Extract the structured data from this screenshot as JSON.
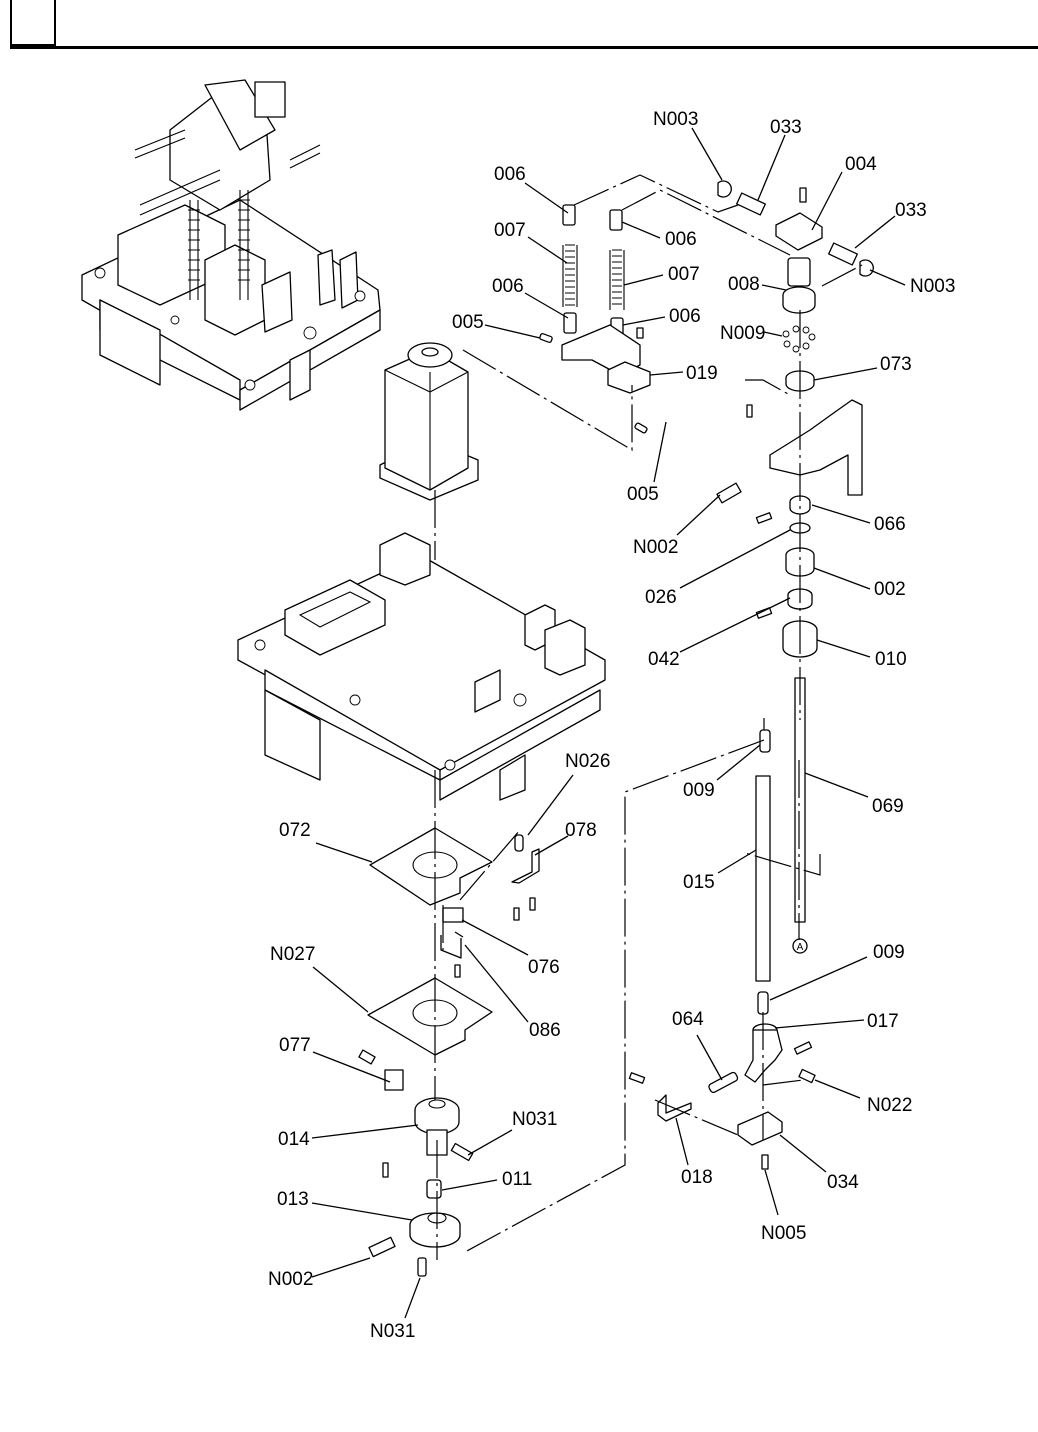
{
  "header": {
    "section_number": ""
  },
  "diagram": {
    "type": "exploded-parts-view",
    "reference_marker": "A",
    "callouts": [
      {
        "id": "N003a",
        "label": "N003"
      },
      {
        "id": "033a",
        "label": "033"
      },
      {
        "id": "004",
        "label": "004"
      },
      {
        "id": "033b",
        "label": "033"
      },
      {
        "id": "N003b",
        "label": "N003"
      },
      {
        "id": "006a",
        "label": "006"
      },
      {
        "id": "007a",
        "label": "007"
      },
      {
        "id": "006b",
        "label": "006"
      },
      {
        "id": "006c",
        "label": "006"
      },
      {
        "id": "007b",
        "label": "007"
      },
      {
        "id": "006d",
        "label": "006"
      },
      {
        "id": "005a",
        "label": "005"
      },
      {
        "id": "019",
        "label": "019"
      },
      {
        "id": "005b",
        "label": "005"
      },
      {
        "id": "008",
        "label": "008"
      },
      {
        "id": "N009",
        "label": "N009"
      },
      {
        "id": "073",
        "label": "073"
      },
      {
        "id": "N002a",
        "label": "N002"
      },
      {
        "id": "066",
        "label": "066"
      },
      {
        "id": "026",
        "label": "026"
      },
      {
        "id": "002",
        "label": "002"
      },
      {
        "id": "042",
        "label": "042"
      },
      {
        "id": "010",
        "label": "010"
      },
      {
        "id": "009a",
        "label": "009"
      },
      {
        "id": "069",
        "label": "069"
      },
      {
        "id": "015",
        "label": "015"
      },
      {
        "id": "009b",
        "label": "009"
      },
      {
        "id": "017",
        "label": "017"
      },
      {
        "id": "064",
        "label": "064"
      },
      {
        "id": "N022",
        "label": "N022"
      },
      {
        "id": "018",
        "label": "018"
      },
      {
        "id": "034",
        "label": "034"
      },
      {
        "id": "N005",
        "label": "N005"
      },
      {
        "id": "N026",
        "label": "N026"
      },
      {
        "id": "078",
        "label": "078"
      },
      {
        "id": "072",
        "label": "072"
      },
      {
        "id": "076",
        "label": "076"
      },
      {
        "id": "N027",
        "label": "N027"
      },
      {
        "id": "086",
        "label": "086"
      },
      {
        "id": "077",
        "label": "077"
      },
      {
        "id": "N031a",
        "label": "N031"
      },
      {
        "id": "014",
        "label": "014"
      },
      {
        "id": "011",
        "label": "011"
      },
      {
        "id": "013",
        "label": "013"
      },
      {
        "id": "N002b",
        "label": "N002"
      },
      {
        "id": "N031b",
        "label": "N031"
      }
    ]
  }
}
